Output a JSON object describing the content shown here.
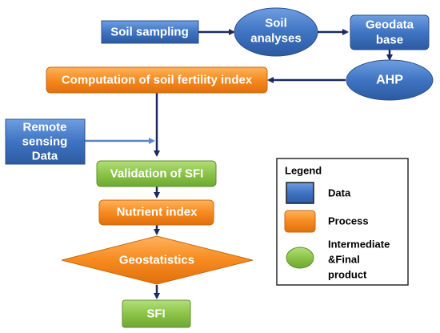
{
  "nodes": {
    "soil_sampling": "Soil sampling",
    "soil_analyses_1": "Soil",
    "soil_analyses_2": "analyses",
    "geodata_1": "Geodata",
    "geodata_2": "base",
    "ahp": "AHP",
    "computation": "Computation of soil fertility index",
    "remote_1": "Remote",
    "remote_2": "sensing",
    "remote_3": "Data",
    "validation": "Validation of SFI",
    "nutrient": "Nutrient index",
    "geostatistics": "Geostatistics",
    "sfi": "SFI"
  },
  "legend": {
    "title": "Legend",
    "data": "Data",
    "process": "Process",
    "product_1": "Intermediate",
    "product_2": "&Final",
    "product_3": "product"
  },
  "colors": {
    "data": "#4a7ec6",
    "process": "#f0861e",
    "product": "#8bc34a",
    "arrow": "#1a2a5e"
  }
}
